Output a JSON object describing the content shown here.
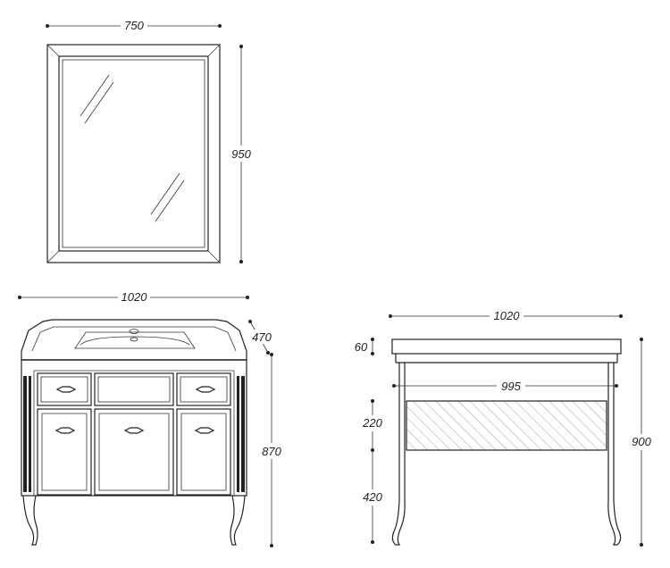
{
  "mirror": {
    "width_label": "750",
    "height_label": "950"
  },
  "front_view": {
    "width_label": "1020",
    "depth_label": "470",
    "height_label": "870"
  },
  "side_view": {
    "width_label": "1020",
    "top_label": "60",
    "inner_width_label": "995",
    "panel_label": "220",
    "leg_label": "420",
    "height_label": "900"
  }
}
